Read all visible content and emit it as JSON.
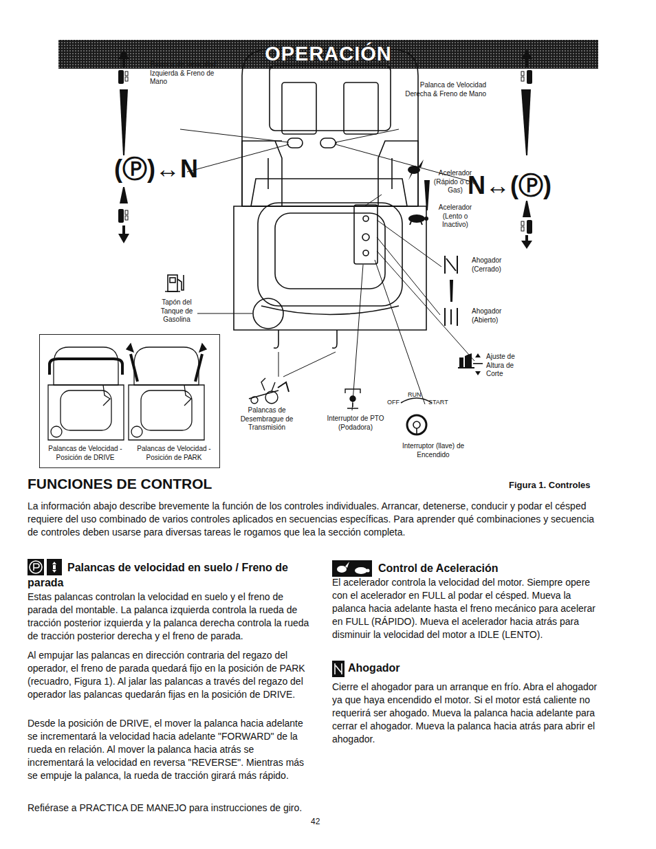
{
  "diagram": {
    "title": "OPERACIÓN",
    "caption": "Figura 1. Controles",
    "nodes": [
      {
        "text": [
          "Palancas de Velocidad - Posición de DRIVE",
          "Palancas de Velocidad - Posición de PARK"
        ]
      }
    ],
    "labels": [
      "Palanca de Velocidad Izquierda & Freno de Mano",
      "(Ⓟ)↔N",
      "Palanca de Velocidad Derecha & Freno de Mano",
      "N↔(Ⓟ)",
      "Acelerador (Rápido o con Gas)",
      "Acelerador (Lento o Inactivo)",
      "Ahogador (Cerrado)",
      "Ahogador (Abierto)",
      "Ajuste de Altura de Corte",
      "Tapón del Tanque de Gasolina",
      "Palancas de Desembrague de Transmisión",
      "Interruptor de PTO (Podadora)",
      "OFF",
      "RUN",
      "START",
      "Interruptor (llave) de Encendido",
      "FUNCIONES DE CONTROL",
      "La información abajo describe brevemente la función de los controles individuales. Arrancar, detenerse, conducir y podar el césped requiere del uso combinado de varios controles aplicados en secuencias específicas. Para aprender qué combinaciones y secuencia de controles deben usarse para diversas tareas le rogamos que lea la sección completa.",
      "Palancas de velocidad en suelo / Freno de parada",
      "Estas palancas controlan la velocidad en suelo y el freno de parada del montable. La palanca izquierda controla la rueda de tracción posterior izquierda y la palanca derecha controla la rueda de tracción posterior derecha y el freno de parada.",
      "Al empujar las palancas en dirección contraria del regazo del operador, el freno de parada quedará fijo en la posición de PARK (recuadro, Figura 1). Al jalar las palancas a través del regazo del operador las palancas quedarán fijas en la posición de DRIVE.",
      "Desde la posición de DRIVE, el mover la palanca hacia adelante se incrementará la velocidad hacia adelante \"FORWARD\" de la rueda en relación. Al mover la palanca hacia atrás se incrementará la velocidad en reversa \"REVERSE\". Mientras más se empuje la palanca, la rueda de tracción girará más rápido.",
      "Refiérase a PRACTICA DE MANEJO para instrucciones de giro.",
      "42",
      "Control de Aceleración",
      "El acelerador controla la velocidad del motor. Siempre opere con el acelerador en FULL al podar el césped. Mueva la palanca hacia adelante hasta el freno mecánico para acelerar en FULL (RÁPIDO). Mueva el acelerador hacia atrás para disminuir la velocidad del motor a IDLE (LENTO).",
      "Ahogador",
      "Cierre el ahogador para un arranque en frío. Abra el ahogador ya que haya encendido el motor. Si el motor está caliente no requerirá ser ahogado. Mueva la palanca hacia adelante para cerrar el ahogador. Mueva la palanca hacia atrás para abrir el ahogador."
    ]
  }
}
